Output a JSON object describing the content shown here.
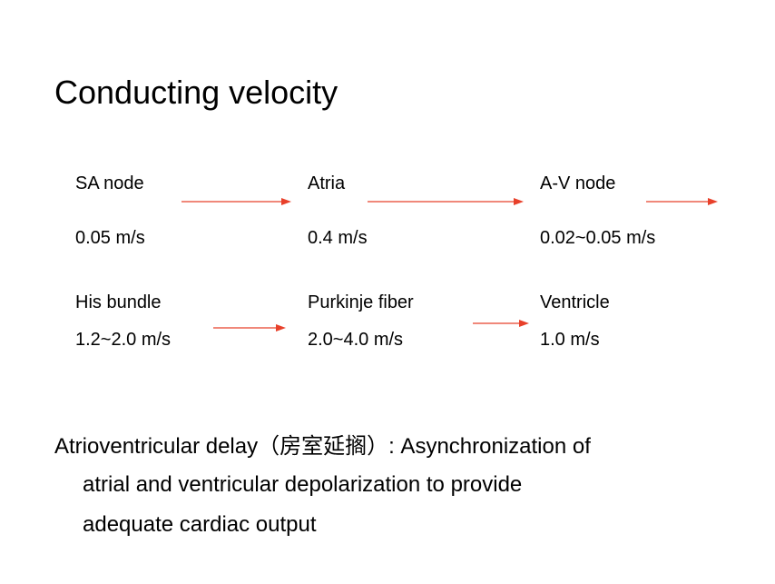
{
  "title": "Conducting velocity",
  "row1": {
    "sa_node": {
      "name": "SA node",
      "speed": "0.05 m/s"
    },
    "atria": {
      "name": "Atria",
      "speed": "0.4 m/s"
    },
    "av_node": {
      "name": "A-V node",
      "speed": "0.02~0.05 m/s"
    }
  },
  "row2": {
    "his_bundle": {
      "name": "His bundle",
      "speed": "1.2~2.0 m/s"
    },
    "purkinje": {
      "name": "Purkinje fiber",
      "speed": "2.0~4.0 m/s"
    },
    "ventricle": {
      "name": "Ventricle",
      "speed": "1.0 m/s"
    }
  },
  "arrow_color": "#e8402a",
  "note": {
    "line1": "Atrioventricular delay（房室延搁）: Asynchronization of",
    "line2": "atrial and ventricular depolarization to provide",
    "line3": "adequate cardiac output"
  }
}
